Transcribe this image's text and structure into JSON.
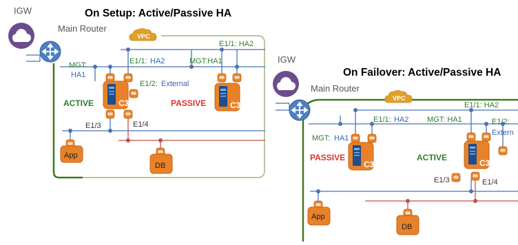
{
  "left": {
    "title": "On Setup: Active/Passive HA",
    "igw": "IGW",
    "router": "Main Router",
    "vpc": "VPC",
    "labels": {
      "e11_ha2_top": "E1/1: HA2",
      "mgt_ha1_right": "MGT:HA1",
      "mgt_ha1_left_a": "MGT:",
      "mgt_ha1_left_b": "HA1",
      "e11_ha2_mid_a": "E1/1:",
      "e11_ha2_mid_b": "HA2",
      "e12_external_a": "E1/2:",
      "e12_external_b": "External",
      "e13": "E1/3",
      "e14": "E1/4"
    },
    "state_left": "ACTIVE",
    "state_right": "PASSIVE",
    "app": "App",
    "db": "DB",
    "c3": "C3"
  },
  "right": {
    "title": "On Failover: Active/Passive HA",
    "igw": "IGW",
    "router": "Main Router",
    "vpc": "VPC",
    "labels": {
      "e11_ha2_top": "E1/1: HA2",
      "e11_ha2_mid_a": "E1/1:",
      "e11_ha2_mid_b": "HA2",
      "mgt_ha1_mid": "MGT: HA1",
      "mgt_ha1_left_a": "MGT:",
      "mgt_ha1_left_b": "HA1",
      "e12_a": "E1/2:",
      "e12_b": "Extern",
      "e13": "E1/3",
      "e14": "E1/4"
    },
    "state_left": "PASSIVE",
    "state_right": "ACTIVE",
    "app": "App",
    "db": "DB",
    "c3": "C3"
  },
  "colors": {
    "vpc_green": "#3d7a1e",
    "link_blue": "#4a72b0",
    "link_red": "#c0504d",
    "node_orange": "#e8822a",
    "router_blue": "#4f7fc0",
    "igw_purple": "#6b4c8c",
    "vpc_gold": "#e0a02a"
  }
}
